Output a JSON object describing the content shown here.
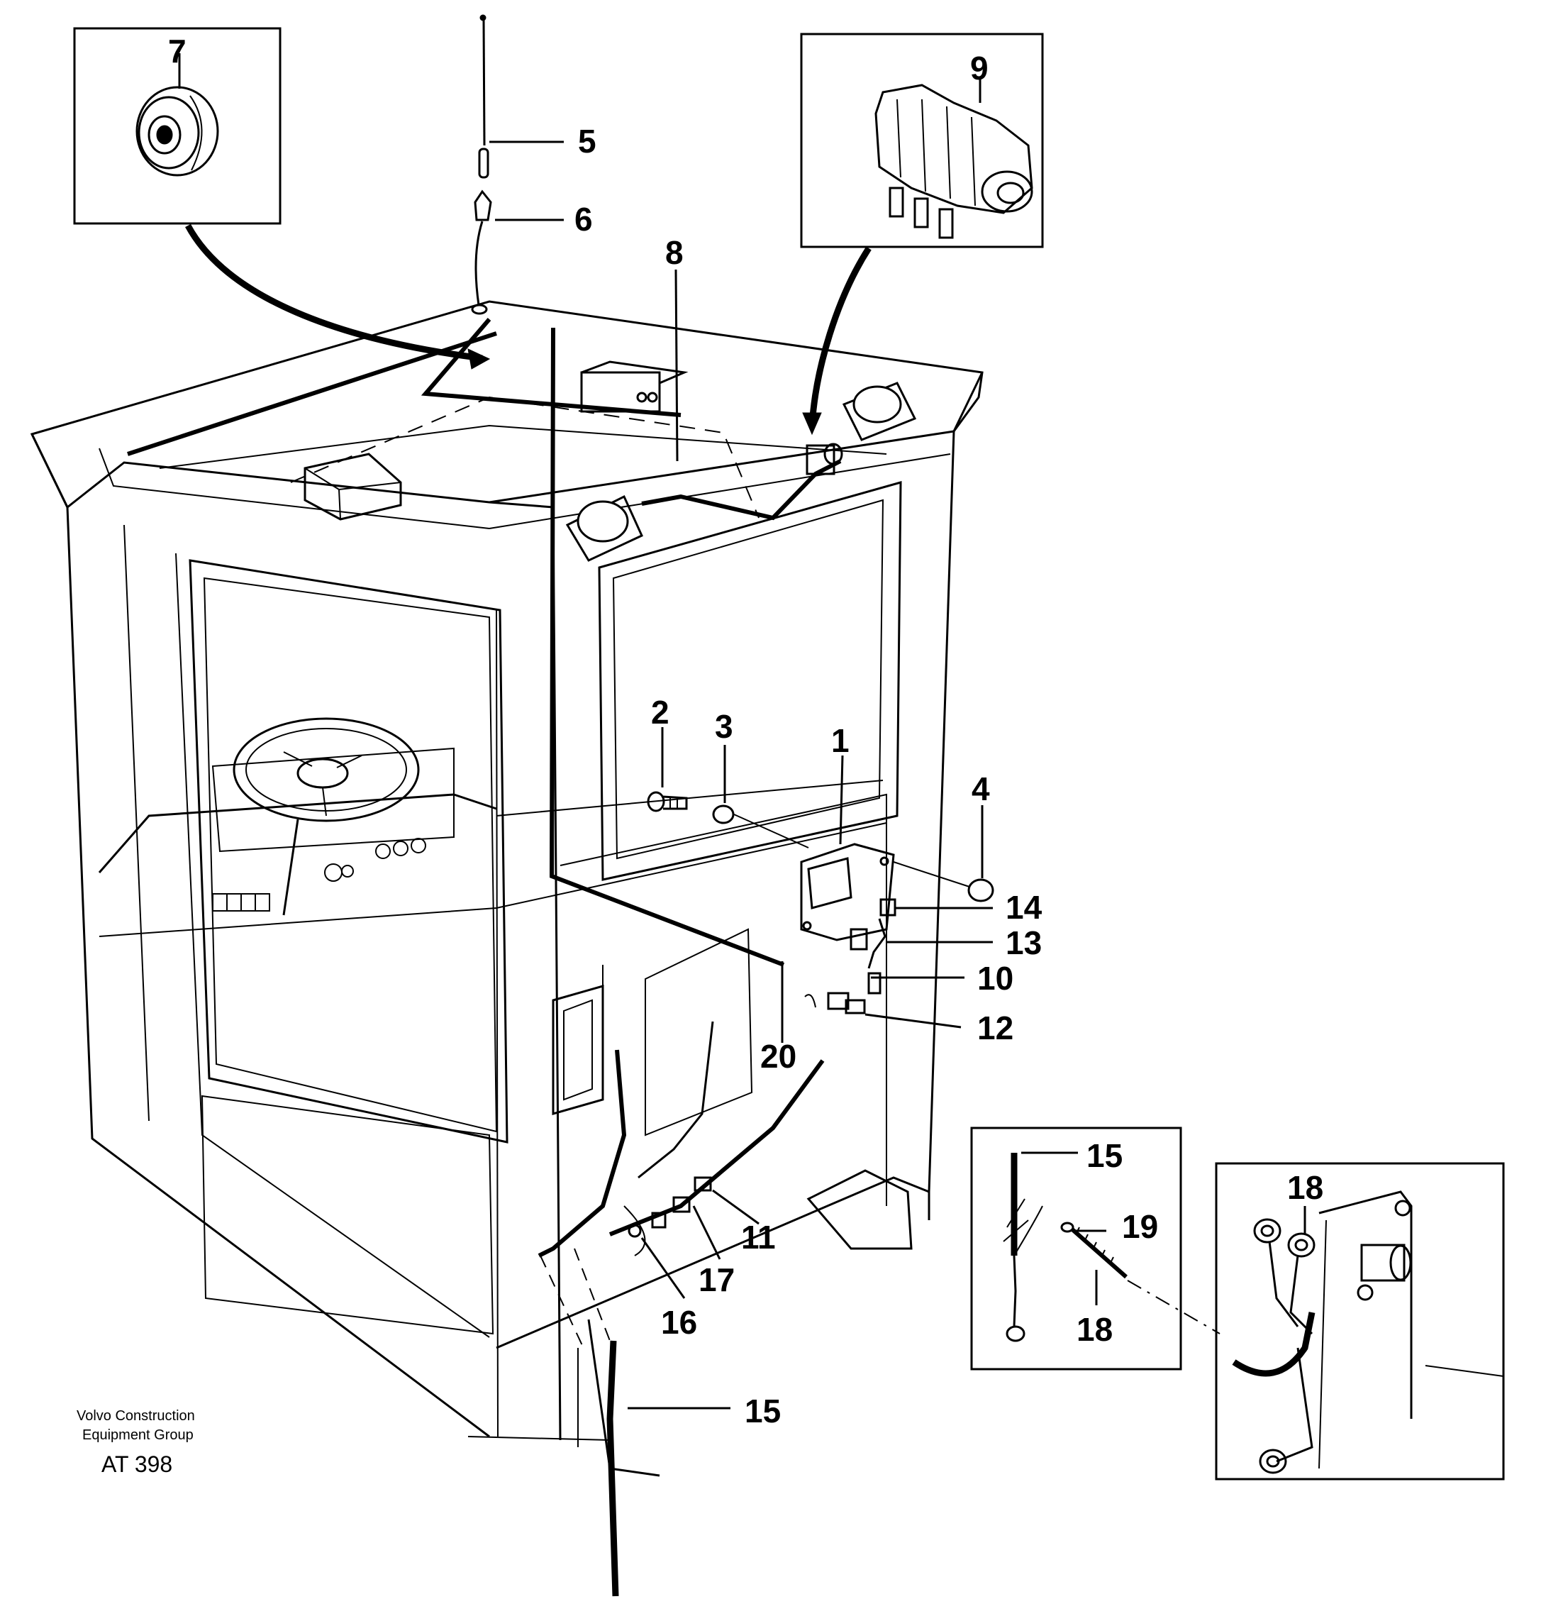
{
  "callouts": {
    "c1": "1",
    "c2": "2",
    "c3": "3",
    "c4": "4",
    "c5": "5",
    "c6": "6",
    "c7": "7",
    "c8": "8",
    "c9": "9",
    "c10": "10",
    "c11": "11",
    "c12": "12",
    "c13": "13",
    "c14": "14",
    "c15_detail": "15",
    "c15_main": "15",
    "c16": "16",
    "c17": "17",
    "c18_detail": "18",
    "c18_right": "18",
    "c19": "19",
    "c20": "20"
  },
  "caption": {
    "company_line1": "Volvo Construction",
    "company_line2": "Equipment Group",
    "drawing_code": "AT 398"
  }
}
